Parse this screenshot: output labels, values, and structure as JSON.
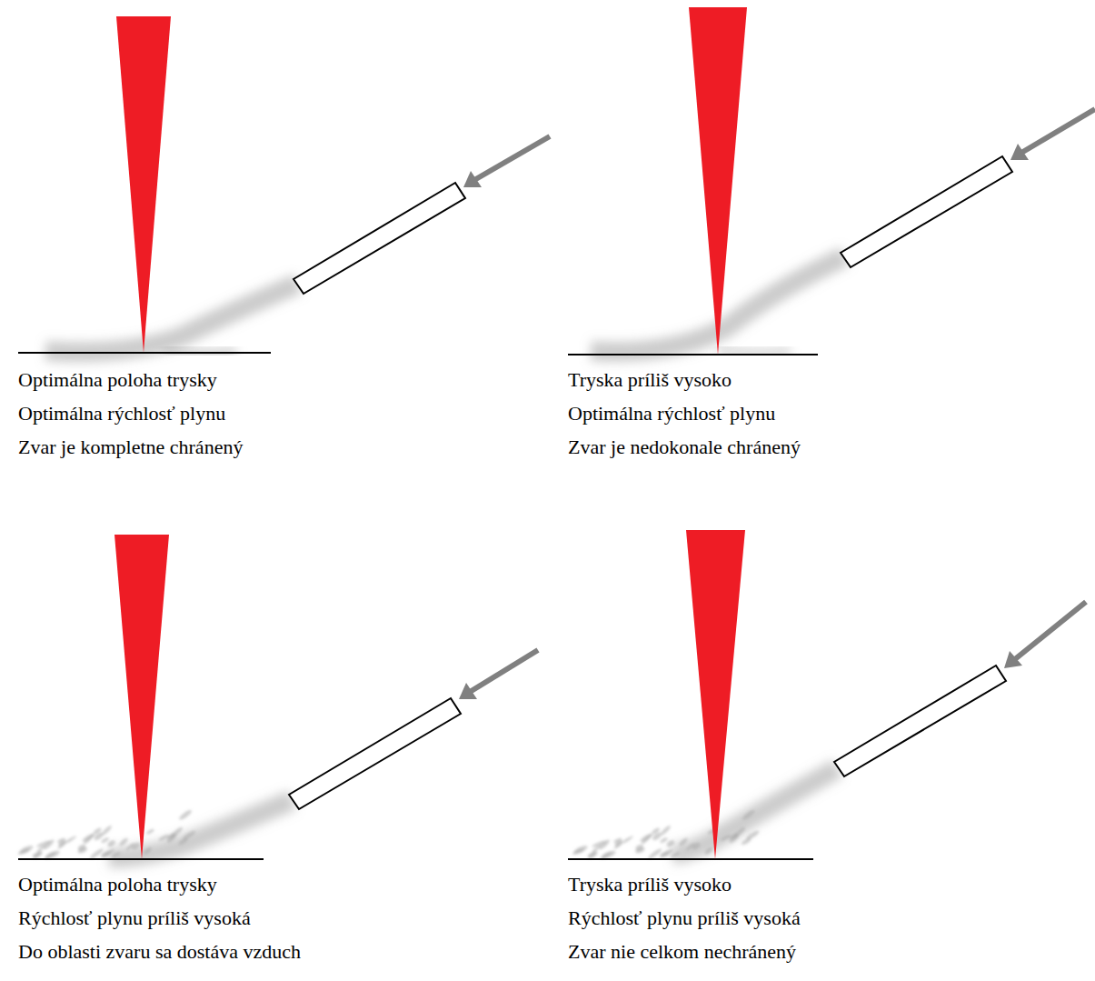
{
  "diagram": {
    "labels": [
      "Optimálna poloha trysky",
      "Optimálna rýchlosť plynu",
      "Zvar je kompletne chránený",
      "Tryska príliš vysoko",
      "Optimálna rýchlosť plynu",
      "Zvar je nedokonale chránený",
      "Optimálna poloha trysky",
      "Rýchlosť plynu príliš vysoká",
      "Do oblasti zvaru sa dostáva vzduch",
      "Tryska príliš vysoko",
      "Rýchlosť plynu príliš vysoká",
      "Zvar nie celkom nechránený"
    ]
  }
}
